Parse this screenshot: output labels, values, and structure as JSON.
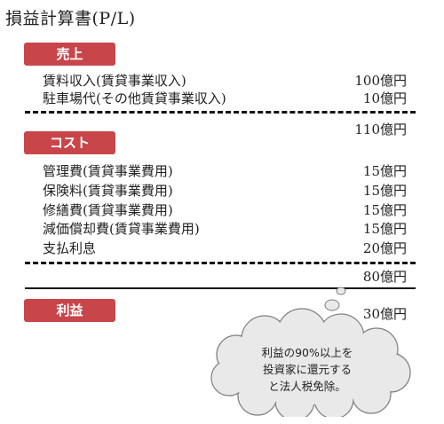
{
  "title": "損益計算書(P/L)",
  "sales": {
    "label": "売上",
    "items": [
      {
        "label": "賃料収入(賃貸事業収入)",
        "value": "100億円"
      },
      {
        "label": "駐車場代(その他賃貸事業収入)",
        "value": "10億円"
      }
    ],
    "total": "110億円"
  },
  "cost": {
    "label": "コスト",
    "items": [
      {
        "label": "管理費(賃貸事業費用)",
        "value": "15億円"
      },
      {
        "label": "保険料(賃貸事業費用)",
        "value": "15億円"
      },
      {
        "label": "修繕費(賃貸事業費用)",
        "value": "15億円"
      },
      {
        "label": "減価償却費(賃貸事業費用)",
        "value": "15億円"
      },
      {
        "label": "支払利息",
        "value": "20億円"
      }
    ],
    "total": "80億円"
  },
  "profit": {
    "label": "利益",
    "value": "30億円"
  },
  "callout": {
    "lines": [
      "利益の90%以上を",
      "投資家に還元する",
      "と法人税免除。"
    ]
  },
  "colors": {
    "badge": "#c8454a",
    "cloud_fill": "#e9e9e9",
    "cloud_stroke": "#7f7f7f"
  }
}
